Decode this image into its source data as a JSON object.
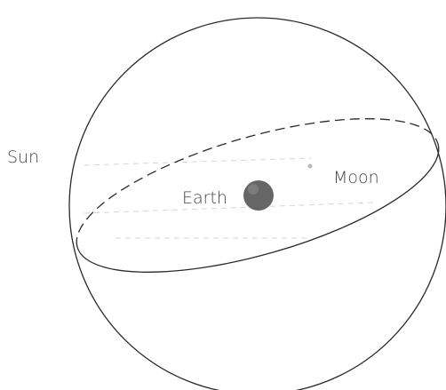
{
  "labels": {
    "sun": "Sun",
    "earth": "Earth",
    "moon": "Moon"
  },
  "colors": {
    "line": "#2a2a2a",
    "faint_line": "#d6d6d6",
    "earth_fill": "#666666",
    "text": "#444444",
    "background": "#ffffff"
  }
}
